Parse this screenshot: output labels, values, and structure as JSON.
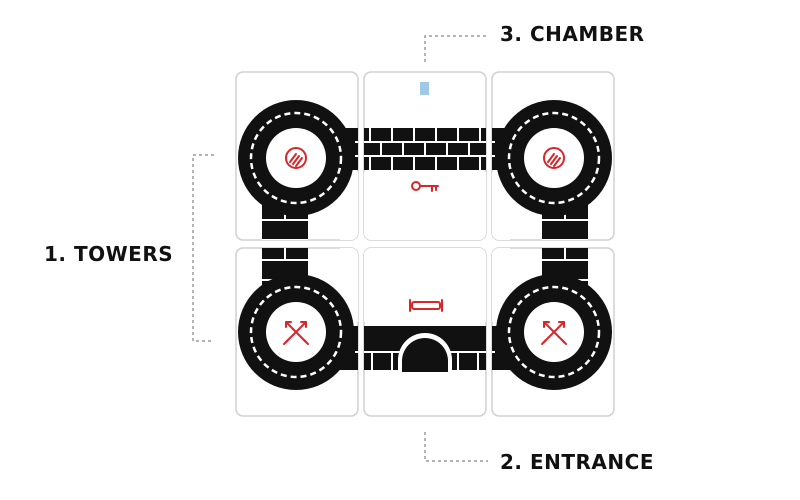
{
  "labels": {
    "towers": "1. TOWERS",
    "chamber": "3. CHAMBER",
    "entrance": "2. ENTRANCE"
  },
  "colors": {
    "wall": "#111111",
    "accent": "#d9262b",
    "marker": "#9fc9e6",
    "card_border": "#d0d0d0",
    "leader": "#9a9a9a"
  },
  "icons": {
    "tower_top": "hand-circle-icon",
    "tower_bottom": "crossed-arrows-icon",
    "chamber": "key-icon",
    "entrance": "scroll-icon",
    "chamber_marker": "blue-marker-icon"
  }
}
